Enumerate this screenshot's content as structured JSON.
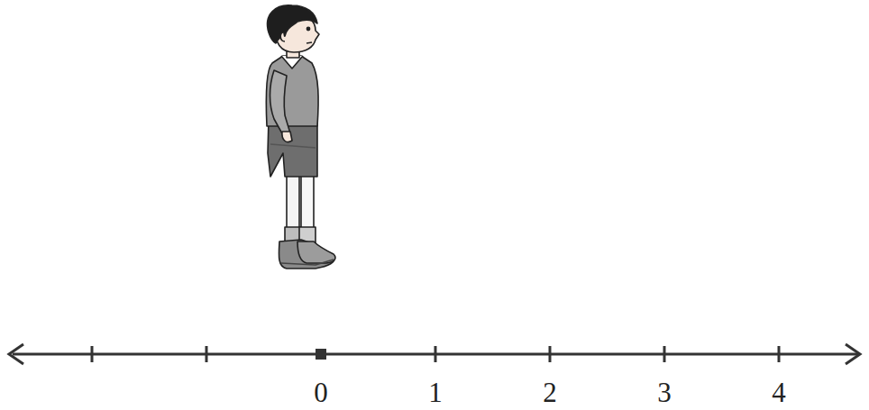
{
  "diagram": {
    "labels": [
      "0",
      "1",
      "2",
      "3",
      "4"
    ]
  }
}
